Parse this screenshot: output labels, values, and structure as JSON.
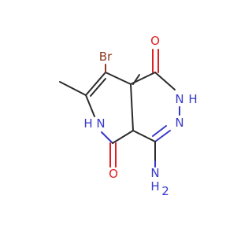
{
  "molecule": {
    "atoms": {
      "oxygen_top": "O",
      "nh_right": "N",
      "nh_right_h": "H",
      "n_right": "N",
      "nh2_n": "N",
      "nh2_h": "H",
      "nh2_sub": "2",
      "oxygen_bottom": "O",
      "nh_left_n": "N",
      "nh_left_h": "H",
      "bromine": "Br"
    },
    "colors": {
      "bond": "#2b2b2b",
      "nitrogen": "#3838c8",
      "oxygen": "#e02020",
      "bromine": "#8b3a22"
    }
  }
}
